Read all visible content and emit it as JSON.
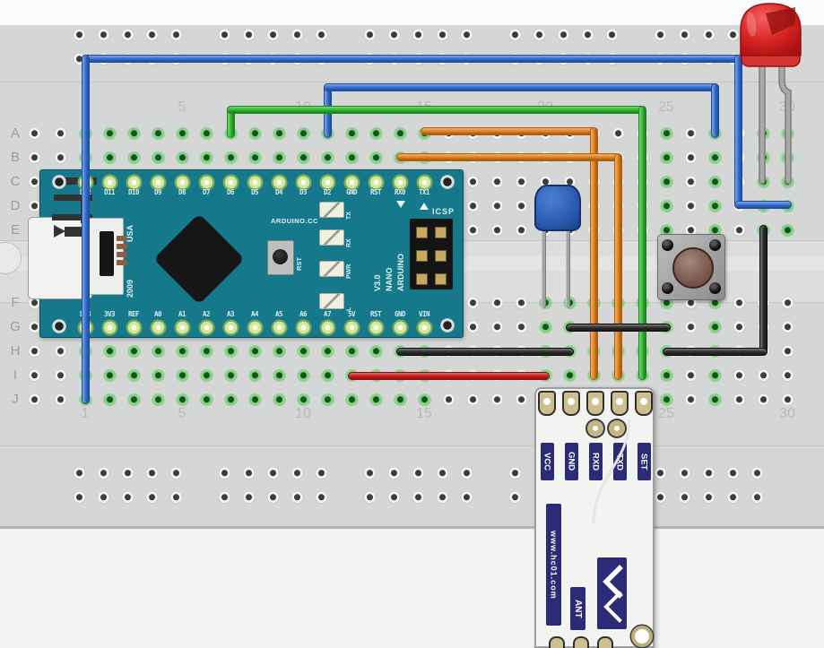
{
  "breadboard": {
    "row_labels": [
      "A",
      "B",
      "C",
      "D",
      "E",
      "F",
      "G",
      "H",
      "I",
      "J"
    ],
    "column_numbers": [
      {
        "label": "1",
        "col": 1
      },
      {
        "label": "5",
        "col": 5
      },
      {
        "label": "10",
        "col": 10
      },
      {
        "label": "15",
        "col": 15
      },
      {
        "label": "20",
        "col": 20
      },
      {
        "label": "25",
        "col": 25
      },
      {
        "label": "30",
        "col": 30
      }
    ],
    "glow_strips": [
      {
        "rows": [
          "A",
          "B"
        ],
        "cols": [
          1,
          2,
          3,
          4,
          5,
          6,
          7,
          8,
          9,
          10,
          11,
          12,
          13,
          14,
          15
        ]
      },
      {
        "rows": [
          "H",
          "I",
          "J"
        ],
        "cols": [
          1,
          2,
          3,
          4,
          5,
          6,
          7,
          8,
          9,
          10,
          11,
          12,
          13,
          14,
          15
        ]
      },
      {
        "rows": [
          "F",
          "G",
          "H",
          "I",
          "J"
        ],
        "cols": [
          20,
          21,
          22,
          23,
          24
        ]
      },
      {
        "rows": [
          "A",
          "B",
          "C",
          "D",
          "E",
          "F",
          "G",
          "H",
          "I",
          "J"
        ],
        "cols": [
          25,
          27
        ]
      },
      {
        "rows": [
          "A",
          "B",
          "C",
          "D",
          "E"
        ],
        "cols": [
          29,
          30
        ]
      }
    ]
  },
  "arduino": {
    "top_pins": [
      "D12",
      "D11",
      "D10",
      "D9",
      "D8",
      "D7",
      "D6",
      "D5",
      "D4",
      "D3",
      "D2",
      "GND",
      "RST",
      "RX0",
      "TX1"
    ],
    "bottom_pins": [
      "D13",
      "3V3",
      "REF",
      "A0",
      "A1",
      "A2",
      "A3",
      "A4",
      "A5",
      "A6",
      "A7",
      "5V",
      "RST",
      "GND",
      "VIN"
    ],
    "brand": "ARDUINO.CC",
    "usa": "USA",
    "year": "2009",
    "model_lines": [
      "ARDUINO",
      "NANO",
      "V3.0"
    ],
    "icsp": "ICSP",
    "reset": "RST",
    "led_labels": [
      "TX",
      "RX",
      "PWR",
      "L"
    ]
  },
  "bluetooth": {
    "pin_labels": [
      "VCC",
      "GND",
      "RXD",
      "TXD",
      "SET"
    ],
    "website": "www.hc01.com",
    "antenna": "ANT"
  },
  "colors": {
    "nano_pcb": "#15798b",
    "hc_label_navy": "#2b2b77",
    "led_body": "#d83434",
    "button_cap": "#795548",
    "capacitor_body": "#2a5bb0"
  },
  "wires": [
    {
      "name": "wire-blue-rail-led",
      "color": "#3470d6",
      "edge": "#1d4d9e",
      "segments": [
        [
          95,
          65,
          823,
          65
        ],
        [
          95,
          65,
          95,
          446
        ],
        [
          823,
          65,
          823,
          228
        ],
        [
          823,
          228,
          878,
          228
        ]
      ]
    },
    {
      "name": "wire-blue-d2-button",
      "color": "#3470d6",
      "edge": "#1d4d9e",
      "segments": [
        [
          365,
          97,
          365,
          149
        ],
        [
          365,
          97,
          797,
          97
        ],
        [
          797,
          97,
          797,
          149
        ]
      ]
    },
    {
      "name": "wire-green-d6-set",
      "color": "#2fbb2f",
      "edge": "#178a17",
      "segments": [
        [
          257,
          122,
          257,
          149
        ],
        [
          257,
          122,
          716,
          122
        ],
        [
          716,
          122,
          716,
          419
        ]
      ]
    },
    {
      "name": "wire-orange-tx1-rxd",
      "color": "#e5821c",
      "edge": "#b55f0d",
      "segments": [
        [
          473,
          146,
          662,
          146
        ],
        [
          662,
          146,
          662,
          419
        ]
      ]
    },
    {
      "name": "wire-orange-rx0-txd",
      "color": "#e5821c",
      "edge": "#b55f0d",
      "segments": [
        [
          446,
          175,
          689,
          175
        ],
        [
          689,
          175,
          689,
          419
        ]
      ]
    },
    {
      "name": "wire-red-5v-vcc",
      "color": "#d01818",
      "edge": "#8e0f0f",
      "segments": [
        [
          392,
          419,
          608,
          419
        ]
      ]
    },
    {
      "name": "wire-black-gnd-gnd",
      "color": "#2b2b2b",
      "edge": "#0a0a0a",
      "segments": [
        [
          446,
          392,
          635,
          392
        ]
      ]
    },
    {
      "name": "wire-black-gnd-button",
      "color": "#2b2b2b",
      "edge": "#0a0a0a",
      "segments": [
        [
          635,
          365,
          743,
          365
        ]
      ]
    },
    {
      "name": "wire-black-led-button",
      "color": "#2b2b2b",
      "edge": "#0a0a0a",
      "segments": [
        [
          851,
          255,
          851,
          392
        ],
        [
          743,
          392,
          851,
          392
        ]
      ]
    }
  ]
}
